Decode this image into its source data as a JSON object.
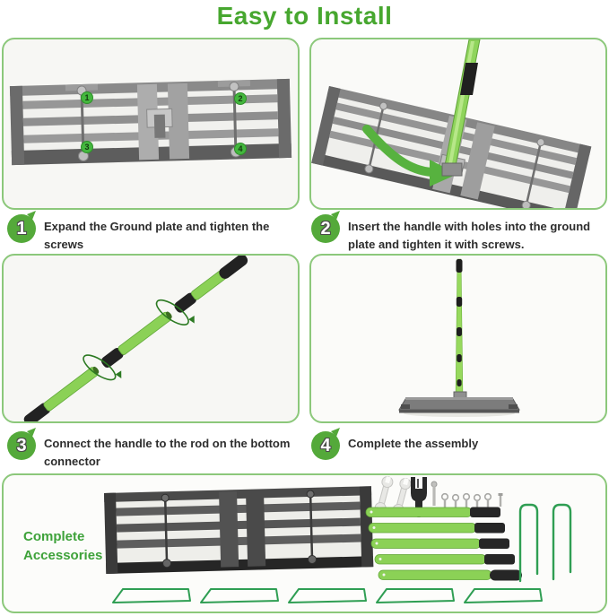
{
  "title": "Easy to Install",
  "colors": {
    "accent_green": "#47a72f",
    "panel_border_green": "#8cc87b",
    "badge_green": "#54a93a",
    "marker_green": "#44b73e",
    "handle_green": "#8bd156",
    "stake_green": "#2f9e53",
    "step_text": "#2d2d2d",
    "plate_gray": "#7b7b7b"
  },
  "steps": [
    {
      "number": "1",
      "text": "Expand the Ground plate and tighten the screws"
    },
    {
      "number": "2",
      "text": "Insert the handle with holes into the ground\nplate and tighten it with screws."
    },
    {
      "number": "3",
      "text": "Connect the handle to the rod on the bottom\nconnector"
    },
    {
      "number": "4",
      "text": "Complete the assembly"
    }
  ],
  "plate_markers": [
    "1",
    "2",
    "3",
    "4"
  ],
  "accessories": {
    "label": "Complete Accessories"
  }
}
